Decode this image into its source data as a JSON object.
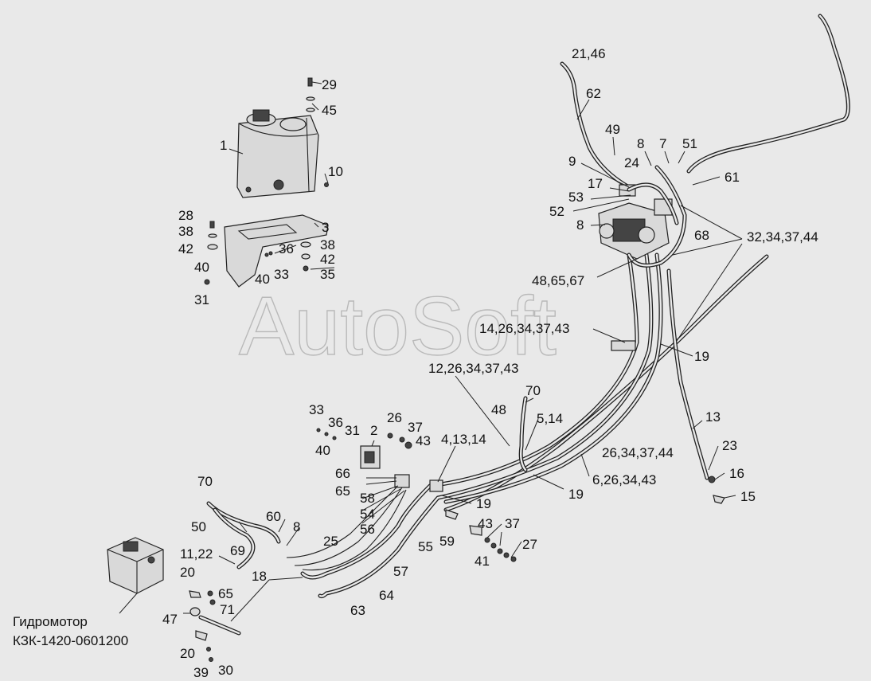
{
  "watermark": "AutoSoft",
  "motor_caption": {
    "line1": "Гидромотор",
    "line2": "КЗК-1420-0601200"
  },
  "callouts": [
    {
      "id": "c-21-46",
      "text": "21,46"
    },
    {
      "id": "c-62",
      "text": "62"
    },
    {
      "id": "c-49",
      "text": "49"
    },
    {
      "id": "c-8a",
      "text": "8"
    },
    {
      "id": "c-7",
      "text": "7"
    },
    {
      "id": "c-51",
      "text": "51"
    },
    {
      "id": "c-9",
      "text": "9"
    },
    {
      "id": "c-24",
      "text": "24"
    },
    {
      "id": "c-61",
      "text": "61"
    },
    {
      "id": "c-17",
      "text": "17"
    },
    {
      "id": "c-53",
      "text": "53"
    },
    {
      "id": "c-52",
      "text": "52"
    },
    {
      "id": "c-8b",
      "text": "8"
    },
    {
      "id": "c-68",
      "text": "68"
    },
    {
      "id": "c-32-34-37-44",
      "text": "32,34,37,44"
    },
    {
      "id": "c-48-65-67",
      "text": "48,65,67"
    },
    {
      "id": "c-14-26-34-37-43",
      "text": "14,26,34,37,43"
    },
    {
      "id": "c-19a",
      "text": "19"
    },
    {
      "id": "c-12-26-34-37-43",
      "text": "12,26,34,37,43"
    },
    {
      "id": "c-70a",
      "text": "70"
    },
    {
      "id": "c-48",
      "text": "48"
    },
    {
      "id": "c-5-14",
      "text": "5,14"
    },
    {
      "id": "c-13",
      "text": "13"
    },
    {
      "id": "c-26-34-37-44",
      "text": "26,34,37,44"
    },
    {
      "id": "c-23",
      "text": "23"
    },
    {
      "id": "c-16",
      "text": "16"
    },
    {
      "id": "c-15",
      "text": "15"
    },
    {
      "id": "c-6-26-34-43",
      "text": "6,26,34,43"
    },
    {
      "id": "c-19b",
      "text": "19"
    },
    {
      "id": "c-19c",
      "text": "19"
    },
    {
      "id": "c-4-13-14",
      "text": "4,13,14"
    },
    {
      "id": "c-29",
      "text": "29"
    },
    {
      "id": "c-45",
      "text": "45"
    },
    {
      "id": "c-1",
      "text": "1"
    },
    {
      "id": "c-10",
      "text": "10"
    },
    {
      "id": "c-28",
      "text": "28"
    },
    {
      "id": "c-3",
      "text": "3"
    },
    {
      "id": "c-38a",
      "text": "38"
    },
    {
      "id": "c-42a",
      "text": "42"
    },
    {
      "id": "c-36a",
      "text": "36"
    },
    {
      "id": "c-38b",
      "text": "38"
    },
    {
      "id": "c-42b",
      "text": "42"
    },
    {
      "id": "c-40a",
      "text": "40"
    },
    {
      "id": "c-40b",
      "text": "40"
    },
    {
      "id": "c-33a",
      "text": "33"
    },
    {
      "id": "c-35",
      "text": "35"
    },
    {
      "id": "c-31a",
      "text": "31"
    },
    {
      "id": "c-33b",
      "text": "33"
    },
    {
      "id": "c-36b",
      "text": "36"
    },
    {
      "id": "c-31b",
      "text": "31"
    },
    {
      "id": "c-2",
      "text": "2"
    },
    {
      "id": "c-40c",
      "text": "40"
    },
    {
      "id": "c-26",
      "text": "26"
    },
    {
      "id": "c-37a",
      "text": "37"
    },
    {
      "id": "c-43a",
      "text": "43"
    },
    {
      "id": "c-66",
      "text": "66"
    },
    {
      "id": "c-65a",
      "text": "65"
    },
    {
      "id": "c-58",
      "text": "58"
    },
    {
      "id": "c-54",
      "text": "54"
    },
    {
      "id": "c-56",
      "text": "56"
    },
    {
      "id": "c-70b",
      "text": "70"
    },
    {
      "id": "c-50",
      "text": "50"
    },
    {
      "id": "c-60",
      "text": "60"
    },
    {
      "id": "c-8c",
      "text": "8"
    },
    {
      "id": "c-69",
      "text": "69"
    },
    {
      "id": "c-25",
      "text": "25"
    },
    {
      "id": "c-11-22",
      "text": "11,22"
    },
    {
      "id": "c-20a",
      "text": "20"
    },
    {
      "id": "c-18",
      "text": "18"
    },
    {
      "id": "c-65b",
      "text": "65"
    },
    {
      "id": "c-71",
      "text": "71"
    },
    {
      "id": "c-47",
      "text": "47"
    },
    {
      "id": "c-20b",
      "text": "20"
    },
    {
      "id": "c-39",
      "text": "39"
    },
    {
      "id": "c-30",
      "text": "30"
    },
    {
      "id": "c-57",
      "text": "57"
    },
    {
      "id": "c-55",
      "text": "55"
    },
    {
      "id": "c-59",
      "text": "59"
    },
    {
      "id": "c-64",
      "text": "64"
    },
    {
      "id": "c-63",
      "text": "63"
    },
    {
      "id": "c-43b",
      "text": "43"
    },
    {
      "id": "c-37b",
      "text": "37"
    },
    {
      "id": "c-27",
      "text": "27"
    },
    {
      "id": "c-41",
      "text": "41"
    }
  ]
}
